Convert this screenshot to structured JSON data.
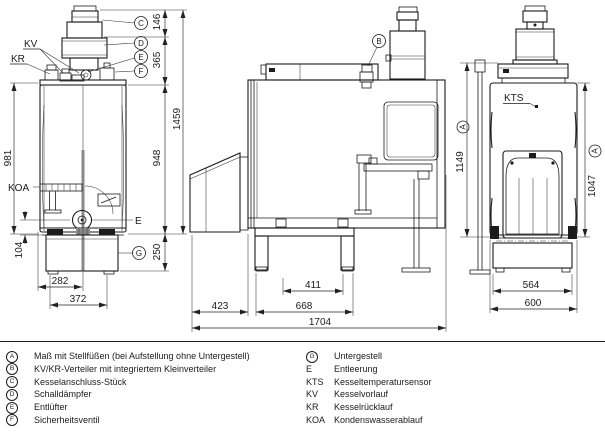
{
  "figure": {
    "callout_letters": {
      "a": "A",
      "b": "B",
      "c": "C",
      "d": "D",
      "e": "E",
      "f": "F",
      "g": "G"
    },
    "front_view": {
      "label_kv": "KV",
      "label_kr": "KR",
      "label_koa": "KOA",
      "label_drain": "E",
      "dims": {
        "h146": "146",
        "h365": "365",
        "h1459": "1459",
        "h981": "981",
        "h948": "948",
        "h104": "104",
        "h250": "250",
        "w282": "282",
        "w372": "372"
      }
    },
    "side_view": {
      "dims": {
        "d423": "423",
        "d668": "668",
        "d411": "411",
        "d1704": "1704"
      }
    },
    "rear_view": {
      "label_kts": "KTS",
      "dims": {
        "h1149": "1149",
        "h1047": "1047",
        "w564": "564",
        "w600": "600"
      }
    }
  },
  "legend": {
    "left": [
      {
        "key": "A",
        "label": "Maß mit Stellfüßen (bei Aufstellung ohne Untergestell)"
      },
      {
        "key": "B",
        "label": "KV/KR-Verteiler mit integriertem Kleinverteiler"
      },
      {
        "key": "C",
        "label": "Kesselanschluss-Stück"
      },
      {
        "key": "D",
        "label": "Schalldämpfer"
      },
      {
        "key": "E",
        "label": "Entlüfter"
      },
      {
        "key": "F",
        "label": "Sicherheitsventil"
      }
    ],
    "right": [
      {
        "key": "G",
        "label": "Untergestell"
      },
      {
        "key": "E",
        "label": "Entleerung"
      },
      {
        "key": "KTS",
        "label": "Kesseltemperatursensor"
      },
      {
        "key": "KV",
        "label": "Kesselvorlauf"
      },
      {
        "key": "KR",
        "label": "Kesselrücklauf"
      },
      {
        "key": "KOA",
        "label": "Kondenswasserablauf"
      }
    ]
  }
}
